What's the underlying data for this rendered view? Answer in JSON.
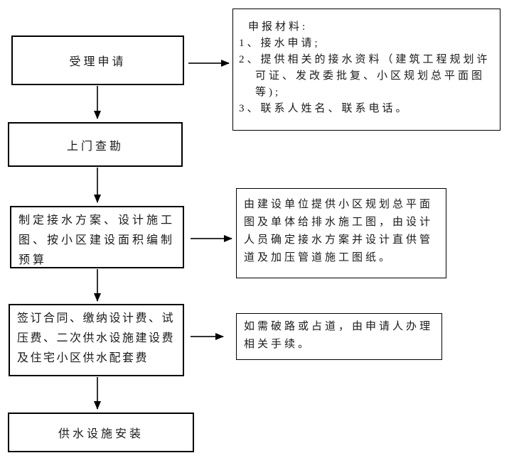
{
  "colors": {
    "background": "#ffffff",
    "box_border": "#000000",
    "text": "#1a1a1a",
    "arrow_line": "#333333",
    "arrow_head": "#000000"
  },
  "flow": {
    "steps": [
      {
        "id": "accept-application",
        "label": "受理申请"
      },
      {
        "id": "site-survey",
        "label": "上门查勘"
      },
      {
        "id": "plan-and-budget",
        "lines": [
          "制定接水方案、设计施工",
          "图、按小区建设面积编制",
          "预算"
        ]
      },
      {
        "id": "sign-contract-pay-fees",
        "lines": [
          "签订合同、缴纳设计费、试",
          "压费、二次供水设施建设费",
          "及住宅小区供水配套费"
        ]
      },
      {
        "id": "facility-installation",
        "label": "供水设施安装"
      }
    ],
    "notes": [
      {
        "id": "application-materials",
        "lines": [
          "申报材料:",
          "1、接水申请;",
          "2、提供相关的接水资料（建筑工程规划许",
          "可证、发改委批复、小区规划总平面图",
          "等);",
          "3、联系人姓名、联系电话。"
        ]
      },
      {
        "id": "design-explanation",
        "lines": [
          "由建设单位提供小区规划总平面",
          "图及单体给排水施工图，由设计",
          "人员确定接水方案并设计直供管",
          "道及加压管道施工图纸。"
        ]
      },
      {
        "id": "road-permit-note",
        "lines": [
          "如需破路或占道，由申请人办理",
          "相关手续。"
        ]
      }
    ]
  }
}
